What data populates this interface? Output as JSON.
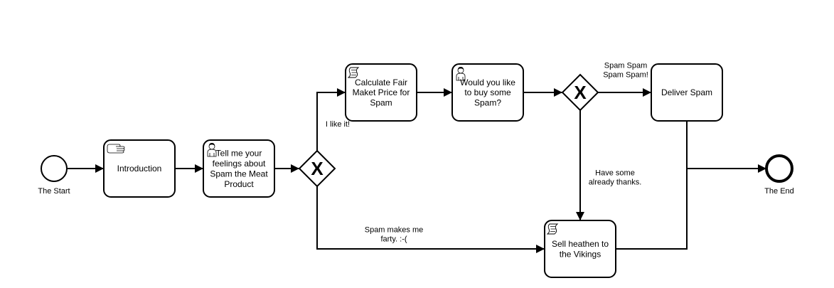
{
  "diagram": {
    "start_event": {
      "label": "The Start"
    },
    "end_event": {
      "label": "The End"
    },
    "tasks": {
      "introduction": {
        "lines": [
          "Introduction"
        ],
        "icon": "hand-icon"
      },
      "feelings": {
        "lines": [
          "Tell me your",
          "feelings about",
          "Spam the Meat",
          "Product"
        ],
        "icon": "user-icon"
      },
      "calculate": {
        "lines": [
          "Calculate Fair",
          "Maket Price for",
          "Spam"
        ],
        "icon": "script-icon"
      },
      "buy": {
        "lines": [
          "Would you like",
          "to buy some",
          "Spam?"
        ],
        "icon": "user-icon"
      },
      "deliver": {
        "lines": [
          "Deliver Spam"
        ],
        "icon": ""
      },
      "sell": {
        "lines": [
          "Sell heathen to",
          "the Vikings"
        ],
        "icon": "script-icon"
      }
    },
    "gateways": {
      "opinion": {
        "type": "exclusive",
        "marker": "X"
      },
      "purchase": {
        "type": "exclusive",
        "marker": "X"
      }
    },
    "flow_labels": {
      "like": [
        "I like it!"
      ],
      "farty": [
        "Spam makes me",
        "farty. :-("
      ],
      "spam_spam": [
        "Spam Spam",
        "Spam Spam!"
      ],
      "have_some": [
        "Have some",
        "already thanks."
      ]
    }
  }
}
